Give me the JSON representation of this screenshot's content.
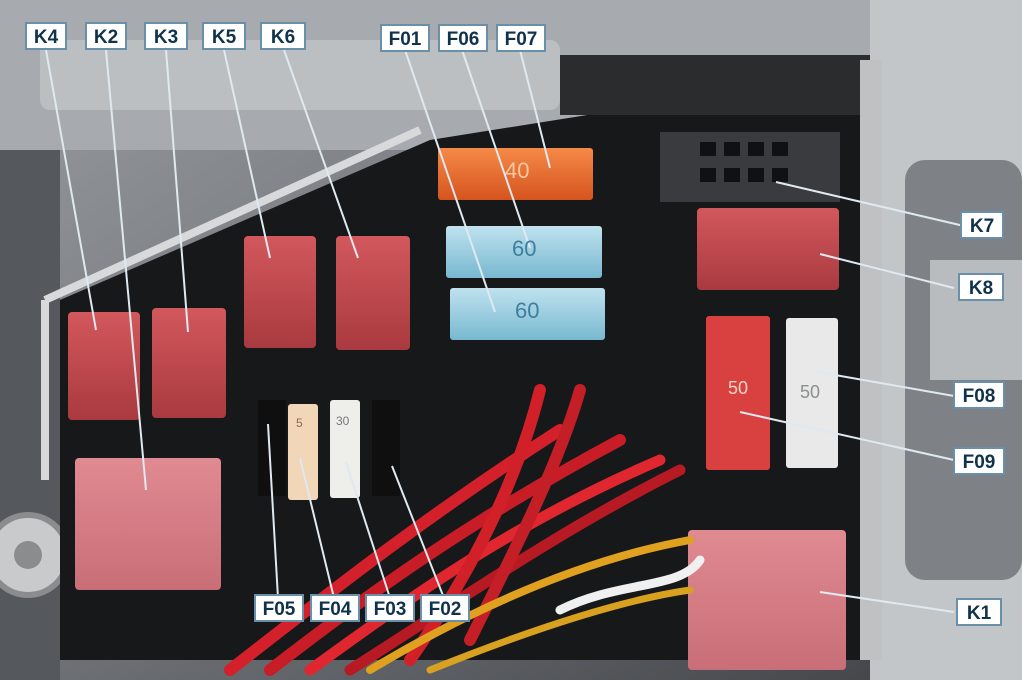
{
  "labels": {
    "k4": "K4",
    "k2": "K2",
    "k3": "K3",
    "k5": "K5",
    "k6": "K6",
    "f01": "F01",
    "f06": "F06",
    "f07": "F07",
    "k7": "K7",
    "k8": "K8",
    "f08": "F08",
    "f09": "F09",
    "k1": "K1",
    "f05": "F05",
    "f04": "F04",
    "f03": "F03",
    "f02": "F02"
  },
  "fuse_ratings": {
    "f07": "40",
    "f01": "60",
    "f06": "60",
    "f09": "50",
    "f08": "50",
    "f04": "5",
    "f03": "30"
  }
}
